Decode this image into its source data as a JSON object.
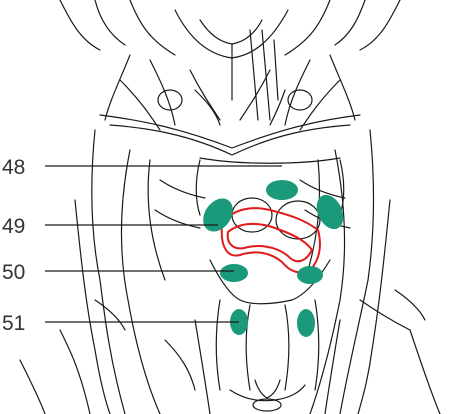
{
  "colors": {
    "line": "#1a1a1a",
    "spot": "#1a9a7a",
    "highlight": "#e01a1a",
    "label": "#333333"
  },
  "callouts": [
    {
      "label": "48",
      "spots": 1
    },
    {
      "label": "49",
      "spots": 2
    },
    {
      "label": "50",
      "spots": 2
    },
    {
      "label": "51",
      "spots": 2
    }
  ]
}
